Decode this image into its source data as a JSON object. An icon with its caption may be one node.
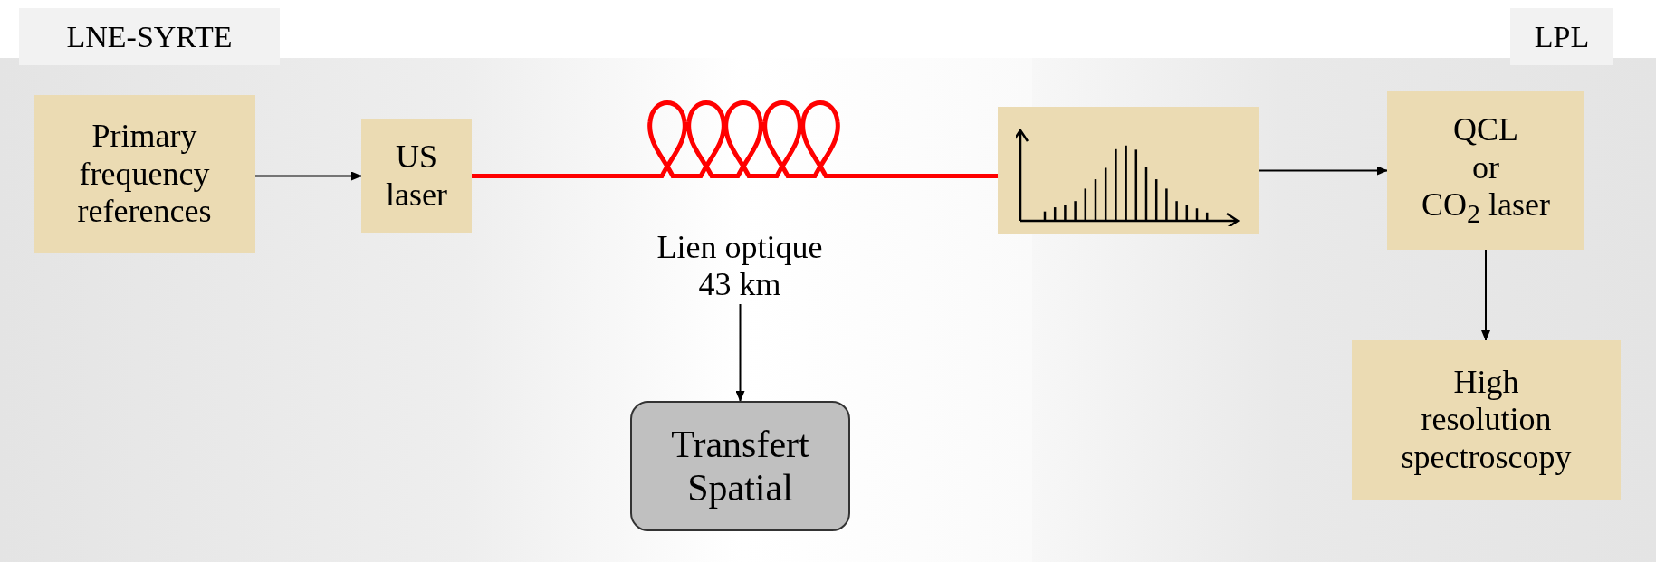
{
  "diagram": {
    "nodes": [
      {
        "text": [
          "Primary frequency references"
        ]
      },
      {
        "text": [
          "US laser"
        ]
      },
      {
        "text": [],
        "shape": "box"
      },
      {
        "text": [
          "QCL",
          "or",
          "CO$_{2}$ laser"
        ]
      },
      {
        "text": [
          "Lien optique 43 km"
        ]
      },
      {
        "text": [
          "Transfert Spatial"
        ]
      },
      {
        "text": [
          "High resolution spectroscopy"
        ]
      }
    ],
    "edges": [
      {
        "from": 0,
        "to": 1,
        "arrow": "to"
      },
      {
        "from": 1,
        "to": 2,
        "arrow": "none",
        "style": "thick",
        "color": "#ff0000"
      },
      {
        "from": 2,
        "to": 3,
        "arrow": "to"
      },
      {
        "from": 4,
        "to": 5,
        "arrow": "to"
      },
      {
        "from": 3,
        "to": 6,
        "arrow": "to"
      }
    ],
    "labels": [
      "LNE-SYRTE",
      "LPL"
    ]
  }
}
